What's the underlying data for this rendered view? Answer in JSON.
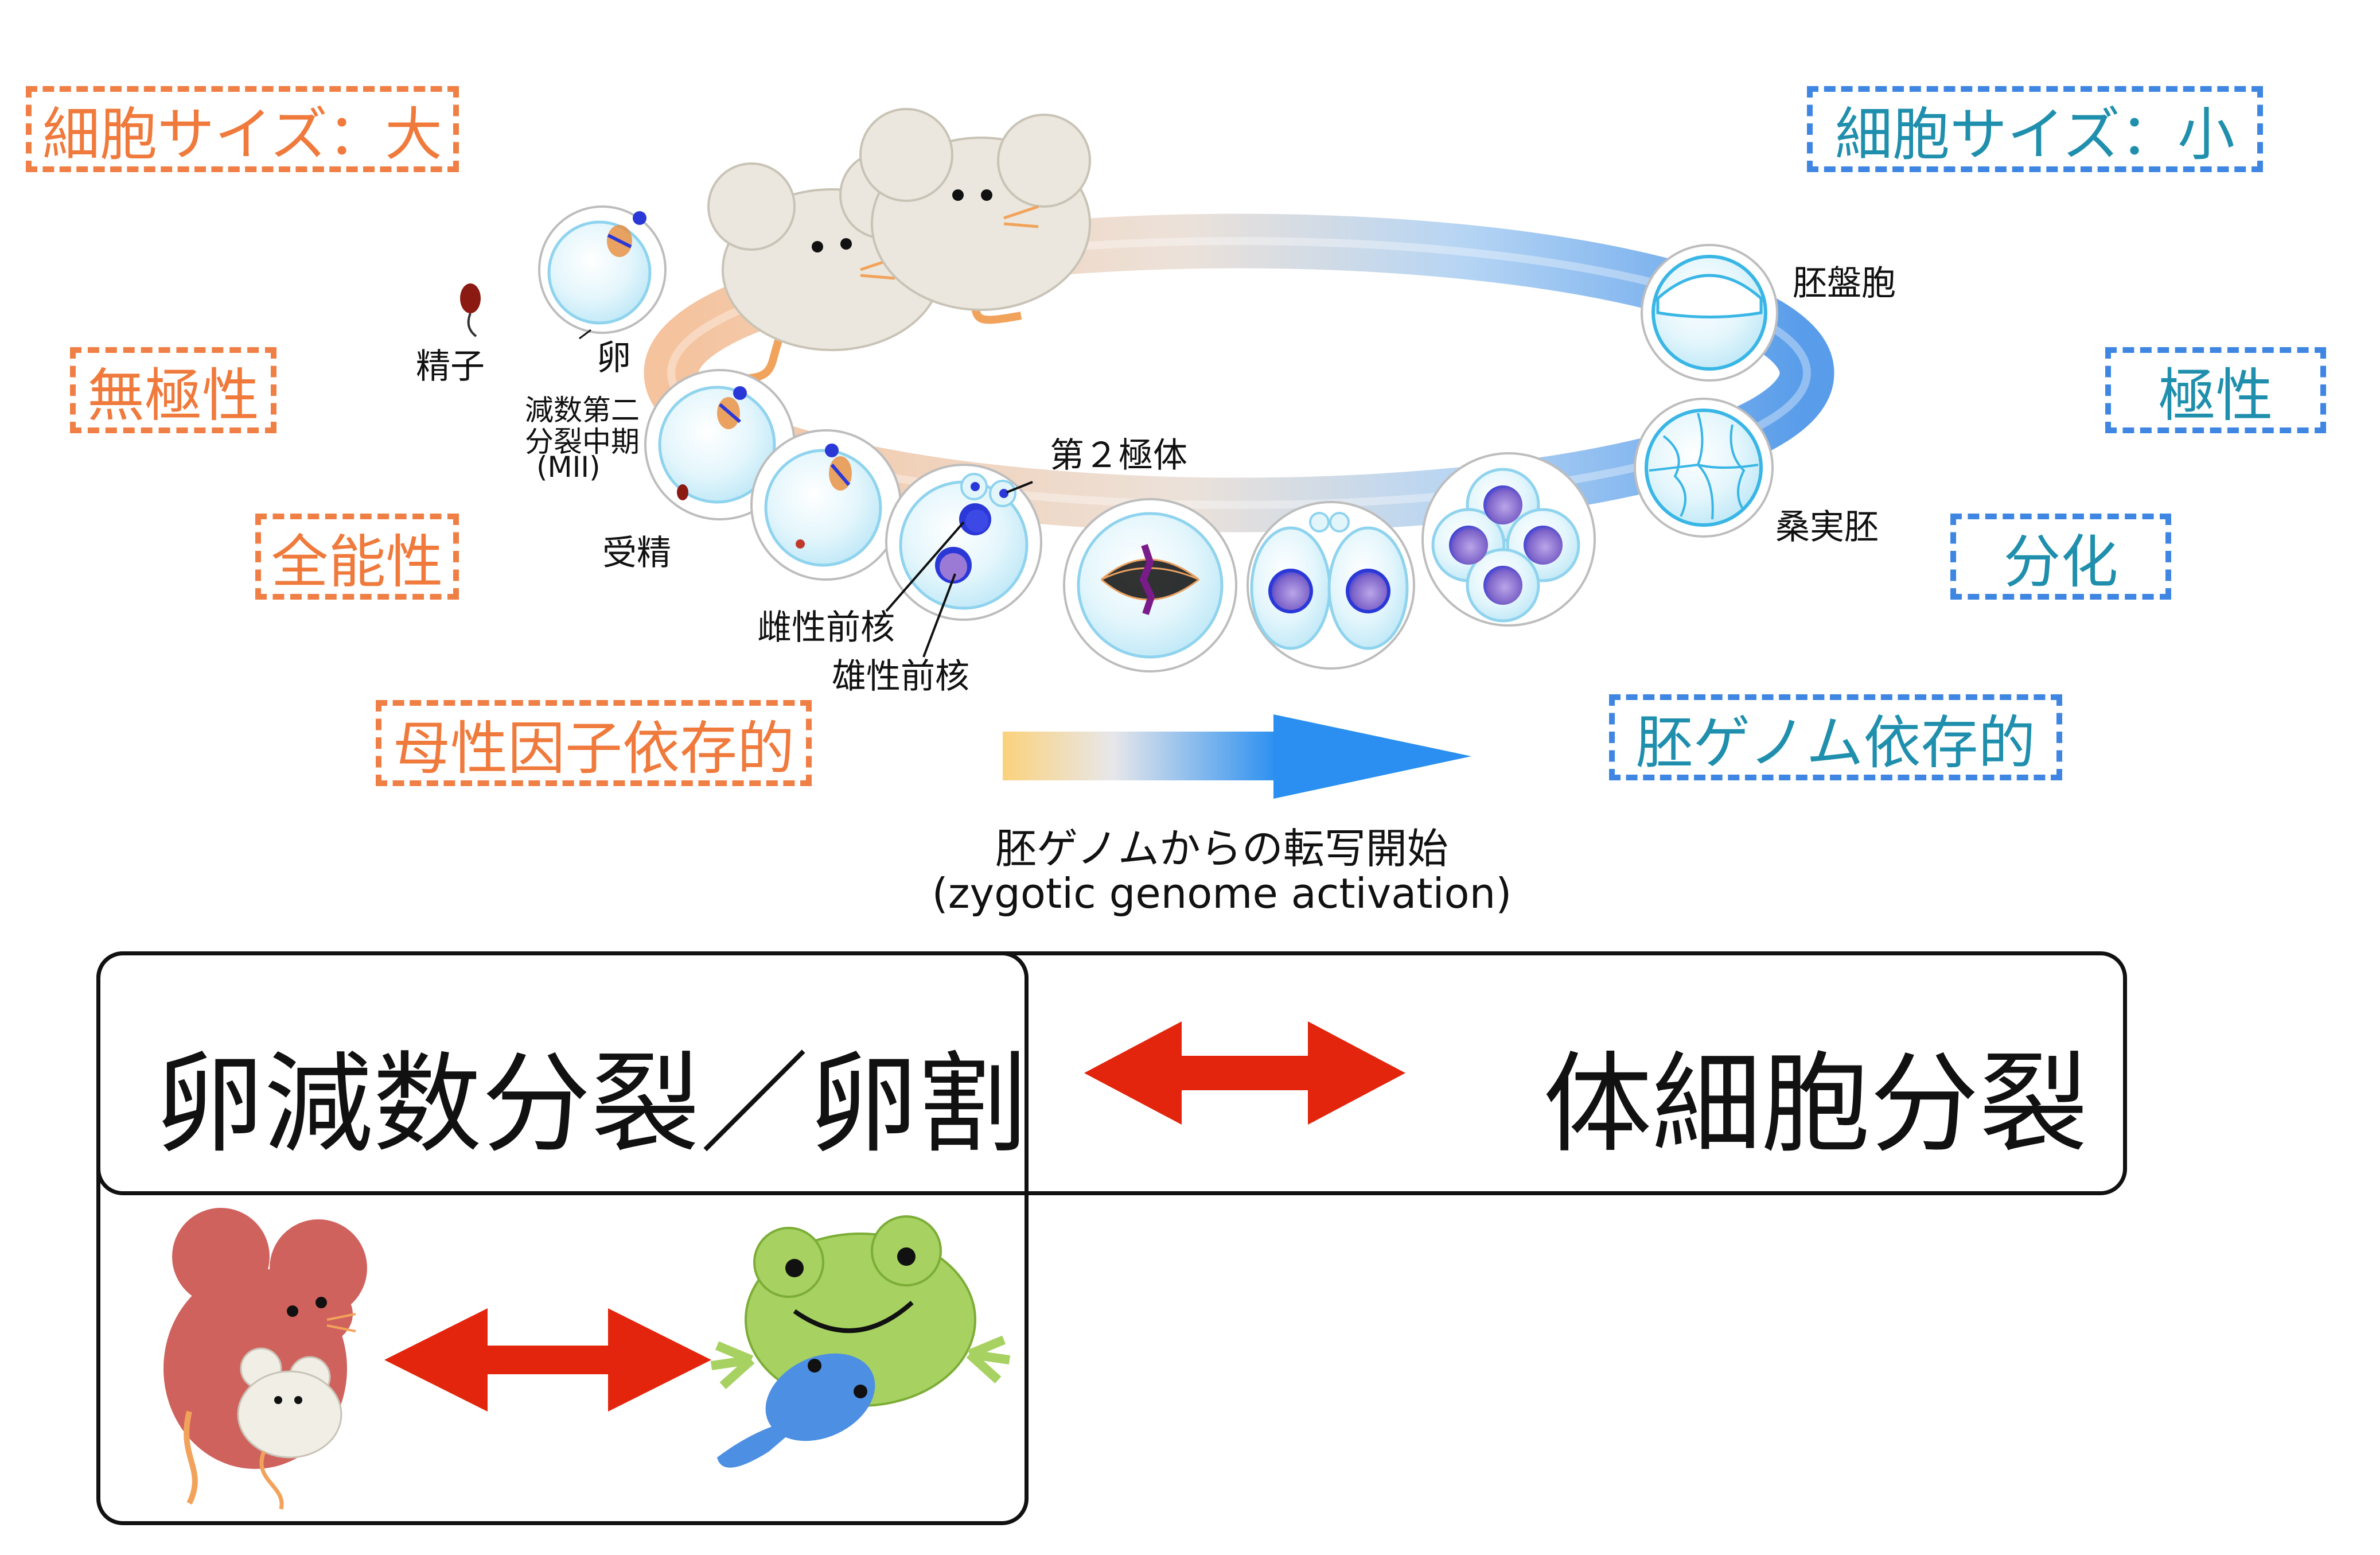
{
  "left_tags": {
    "cell_size": "細胞サイズ：大",
    "polarity": "無極性",
    "potency": "全能性",
    "dependency": "母性因子依存的"
  },
  "right_tags": {
    "cell_size": "細胞サイズ：小",
    "polarity": "極性",
    "differentiation": "分化",
    "dependency": "胚ゲノム依存的"
  },
  "stage_labels": {
    "sperm": "精子",
    "egg": "卵",
    "meiosis_2": [
      "減数第二",
      "分裂中期",
      "(MII)"
    ],
    "fertilization": "受精",
    "second_polar_body": "第２極体",
    "female_pronucleus": "雌性前核",
    "male_pronucleus": "雄性前核",
    "blastocyst": "胚盤胞",
    "morula": "桑実胚"
  },
  "transition": {
    "label_jp": "胚ゲノムからの転写開始",
    "label_en": "(zygotic genome activation)"
  },
  "bottom": {
    "left_title": "卵減数分裂／卵割",
    "right_title": "体細胞分裂"
  },
  "colors": {
    "orange": "#f07f45",
    "blue": "#3f86e3",
    "teal_text": "#1f8fad",
    "red_arrow": "#e2250c",
    "cell_fill": "#e2f5fb",
    "cell_edge": "#8fd3ee",
    "nucleus": "#2b38d8"
  },
  "icons": [
    "mouse-pair-icon",
    "sperm-icon",
    "egg-cell-icon",
    "red-mouse-icon",
    "frog-icon",
    "tadpole-icon",
    "double-arrow-icon"
  ]
}
